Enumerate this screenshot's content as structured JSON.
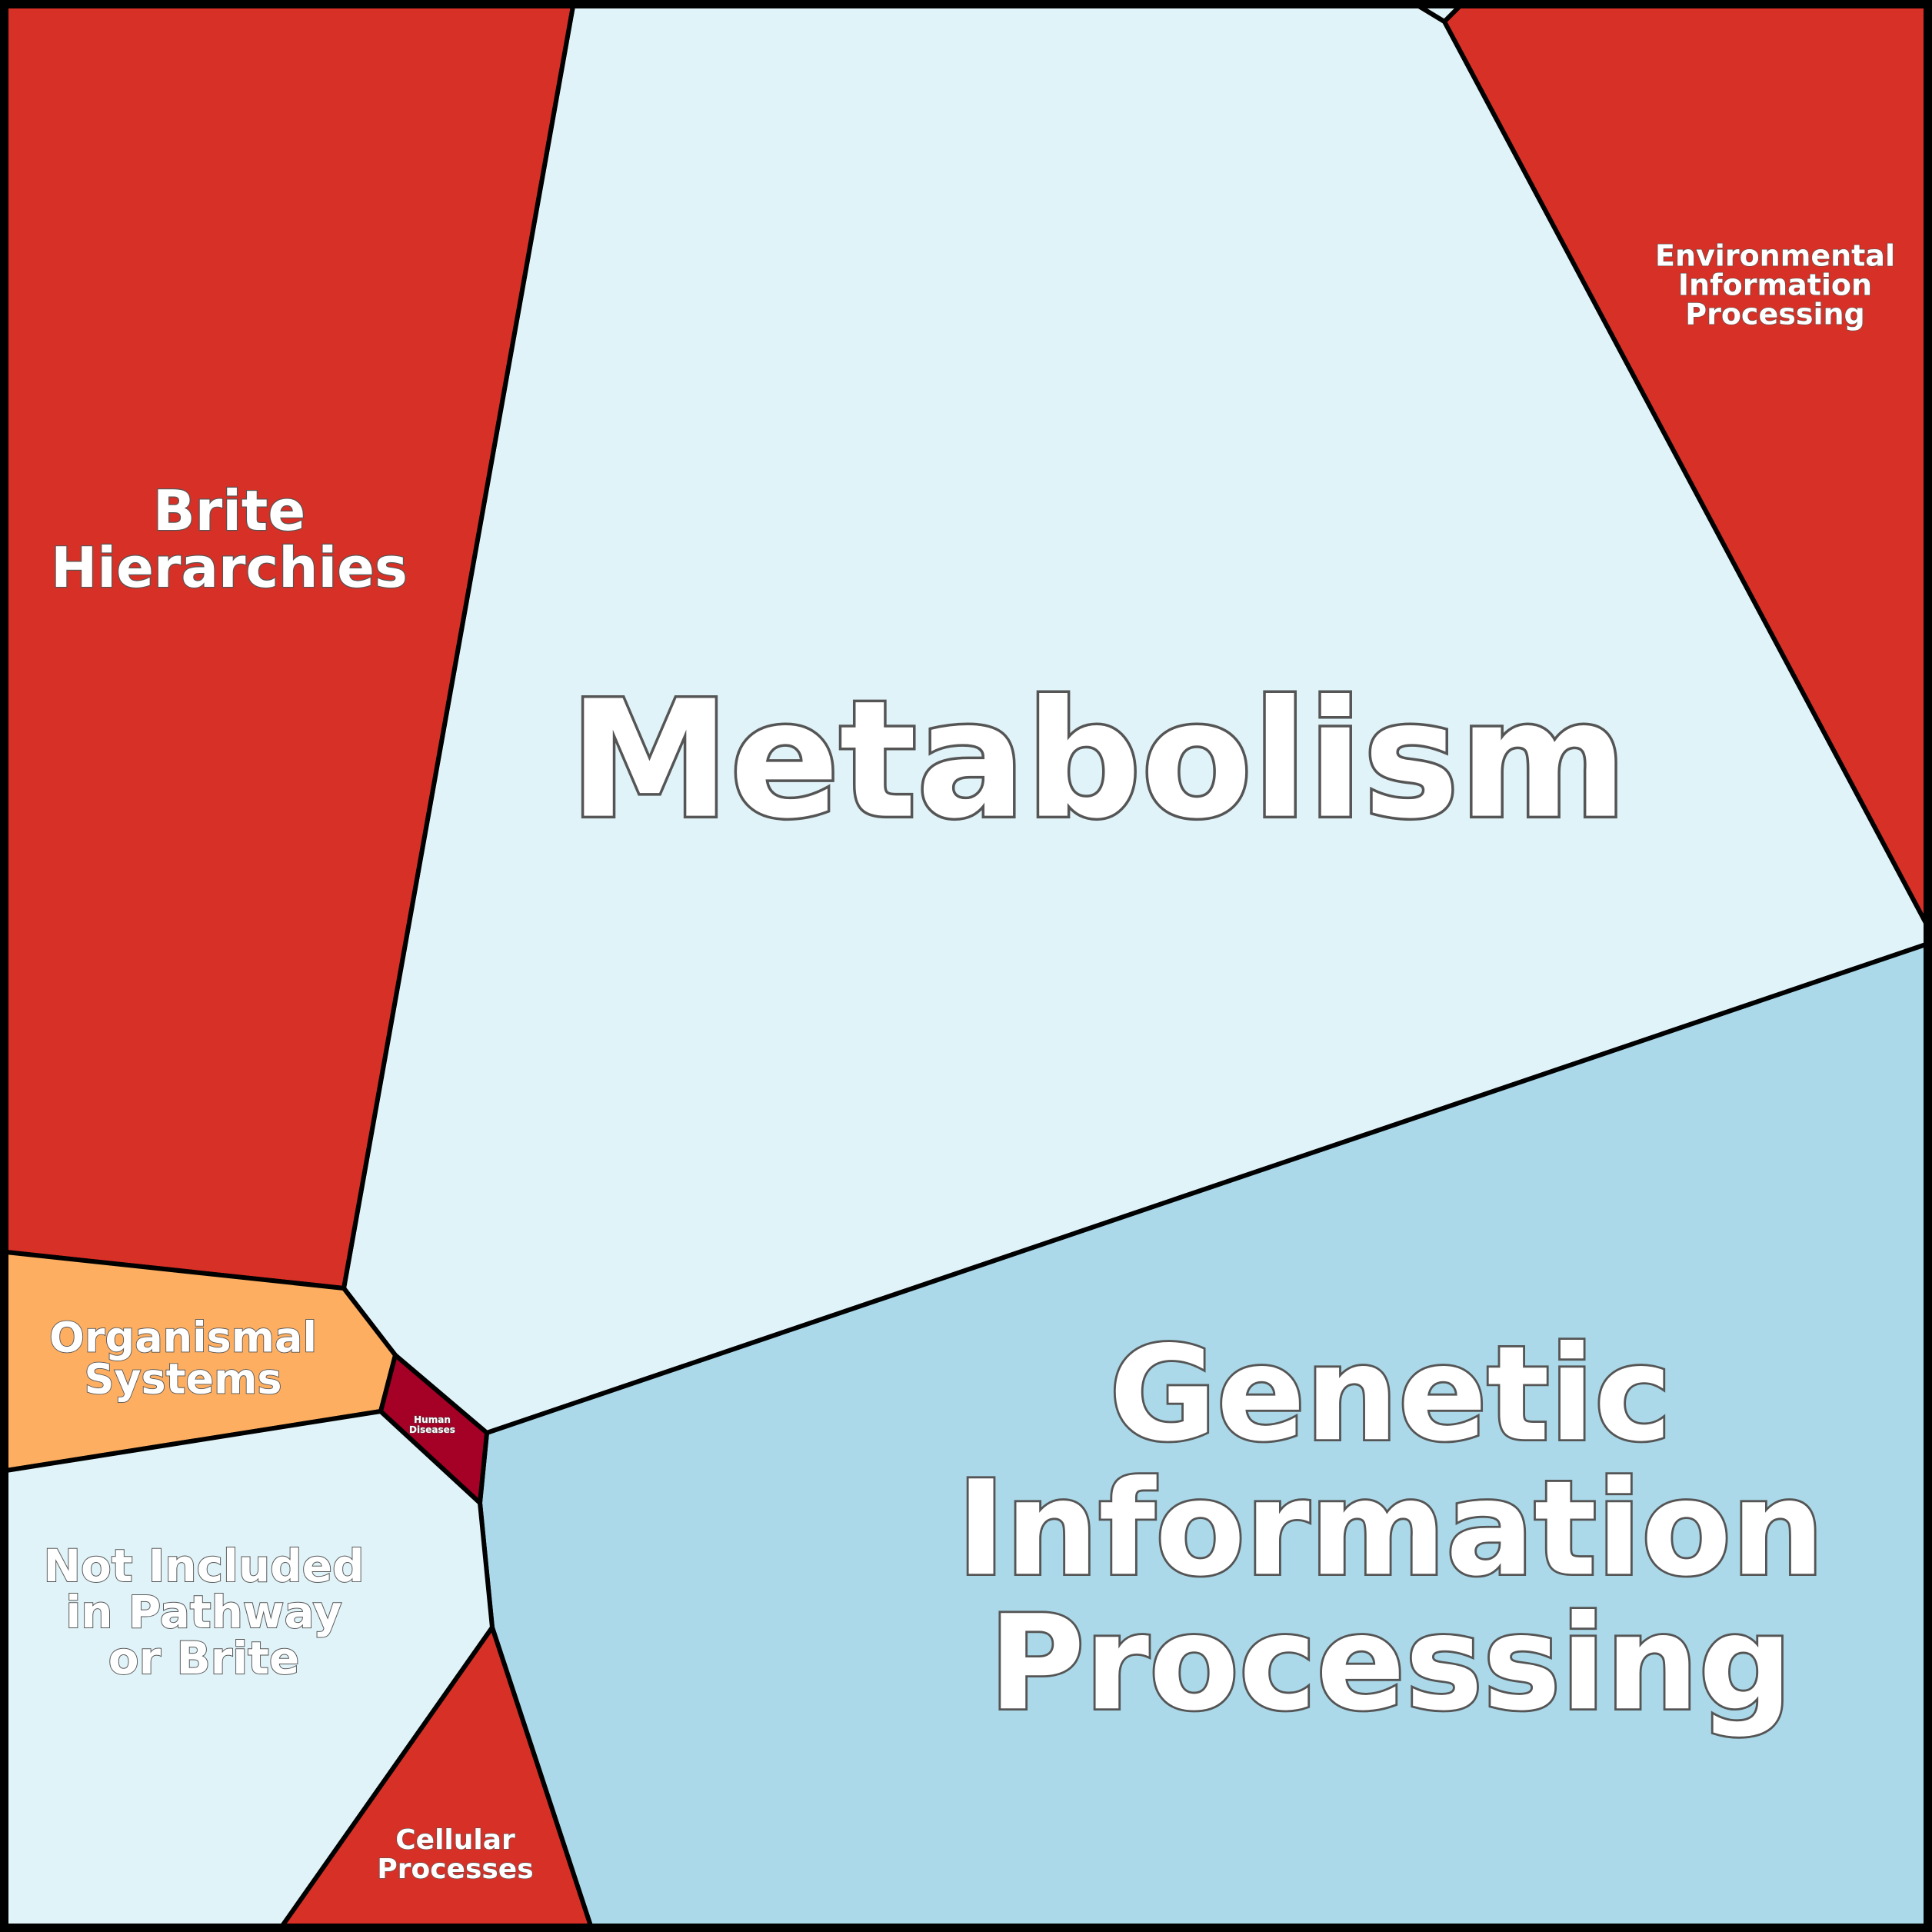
{
  "diagram": {
    "type": "voronoi-treemap",
    "colors": {
      "red": "#D73027",
      "orange": "#FDAE61",
      "pale_blue": "#E0F3F8",
      "light_blue": "#ABD9E9",
      "dark_red": "#A50026",
      "border": "#000000",
      "text": "#FFFFFF"
    },
    "regions": [
      {
        "id": "metabolism",
        "lines": [
          "Metabolism"
        ],
        "color": "#E0F3F8"
      },
      {
        "id": "genetic",
        "lines": [
          "Genetic",
          "Information",
          "Processing"
        ],
        "color": "#ABD9E9"
      },
      {
        "id": "brite",
        "lines": [
          "Brite",
          "Hierarchies"
        ],
        "color": "#D73027"
      },
      {
        "id": "environmental",
        "lines": [
          "Environmental",
          "Information",
          "Processing"
        ],
        "color": "#D73027"
      },
      {
        "id": "organismal",
        "lines": [
          "Organismal",
          "Systems"
        ],
        "color": "#FDAE61"
      },
      {
        "id": "notincluded",
        "lines": [
          "Not Included",
          "in Pathway",
          "or Brite"
        ],
        "color": "#E0F3F8"
      },
      {
        "id": "cellular",
        "lines": [
          "Cellular",
          "Processes"
        ],
        "color": "#D73027"
      },
      {
        "id": "human",
        "lines": [
          "Human",
          "Diseases"
        ],
        "color": "#A50026"
      },
      {
        "id": "tiny",
        "lines": [],
        "color": "#E0F3F8"
      }
    ]
  }
}
